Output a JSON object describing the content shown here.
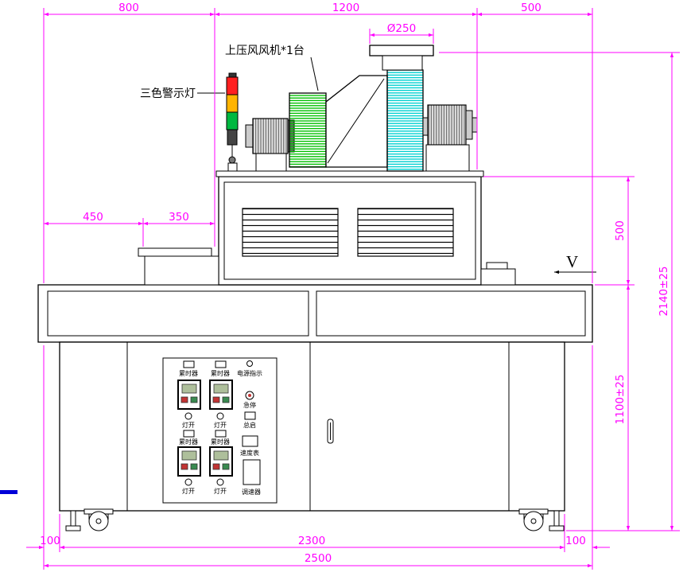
{
  "labels": {
    "top_fan": "上压风风机*1台",
    "tricolor_light": "三色警示灯",
    "direction_v": "V"
  },
  "dimensions": {
    "top_800": "800",
    "top_1200": "1200",
    "top_500": "500",
    "left_450": "450",
    "left_350": "350",
    "duct_diameter": "Ø250",
    "right_500": "500",
    "overall_height": "2140±25",
    "table_height": "1100±25",
    "bottom_left_100": "100",
    "bottom_2300": "2300",
    "bottom_right_100": "100",
    "overall_width": "2500"
  },
  "panel": {
    "timer": "累时器",
    "power_indicator": "电源指示",
    "emergency_stop": "急停",
    "lamp_on": "灯开",
    "master_start": "总启",
    "speed_meter": "速度表",
    "speed_governor": "调速器"
  },
  "colors": {
    "dimension": "#FF00FF",
    "light_red": "#FF2020",
    "light_yellow": "#FFB400",
    "light_green": "#00B840",
    "fan_hatch_green": "#00C000",
    "blower_hatch_cyan": "#00D0D0",
    "stray_mark_blue": "#0000D8"
  }
}
